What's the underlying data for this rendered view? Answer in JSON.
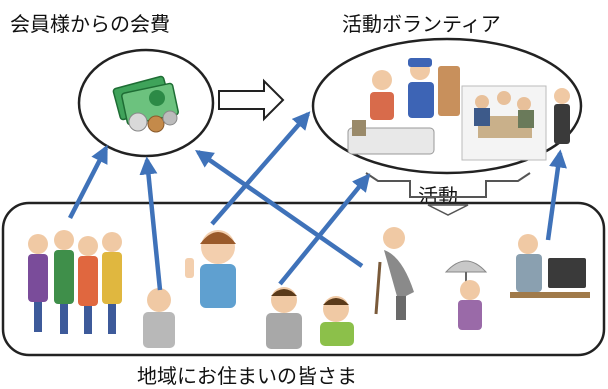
{
  "labels": {
    "membership_fees": "会員様からの会費",
    "activity_volunteers": "活動ボランティア",
    "activity": "活動",
    "residents": "地域にお住まいの皆さま"
  },
  "colors": {
    "arrow_blue": "#3f72b9",
    "outline": "#222222",
    "arrow_white_fill": "#ffffff"
  },
  "icons": {
    "money": "money-bills-coins-icon",
    "volunteers_a": "volunteers-cleaning-group-icon",
    "volunteers_b": "volunteers-meeting-group-icon",
    "residents": [
      "family-group-icon",
      "elderly-man-icon",
      "woman-thumbs-up-icon",
      "young-man-icon",
      "boy-icon",
      "elderly-man-cane-icon",
      "woman-umbrella-icon",
      "elderly-man-computer-icon"
    ]
  }
}
